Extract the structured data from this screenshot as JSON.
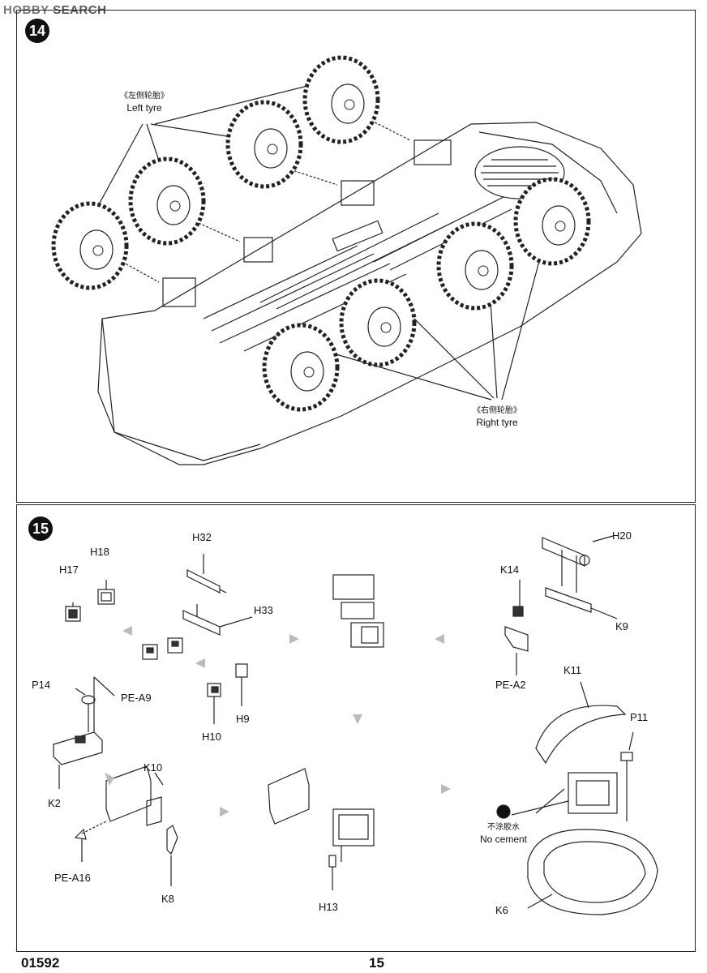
{
  "watermark": {
    "brand": "HOBBY",
    "suffix": "SEARCH"
  },
  "steps": {
    "s14": {
      "number": "14",
      "left_tyre_zh": "《左侧轮胎》",
      "left_tyre_en": "Left  tyre",
      "right_tyre_zh": "《右侧轮胎》",
      "right_tyre_en": "Right tyre"
    },
    "s15": {
      "number": "15",
      "parts": {
        "h17": "H17",
        "h18": "H18",
        "h32": "H32",
        "h33": "H33",
        "h20": "H20",
        "k14": "K14",
        "k9": "K9",
        "pea2": "PE-A2",
        "p14": "P14",
        "pea9": "PE-A9",
        "h10": "H10",
        "h9": "H9",
        "k2": "K2",
        "k10": "K10",
        "pea16": "PE-A16",
        "k8": "K8",
        "h13": "H13",
        "k11": "K11",
        "p11": "P11",
        "k6": "K6"
      },
      "no_cement_zh": "不涂胶水",
      "no_cement_en": "No cement"
    }
  },
  "footer": {
    "code": "01592",
    "page": "15"
  }
}
